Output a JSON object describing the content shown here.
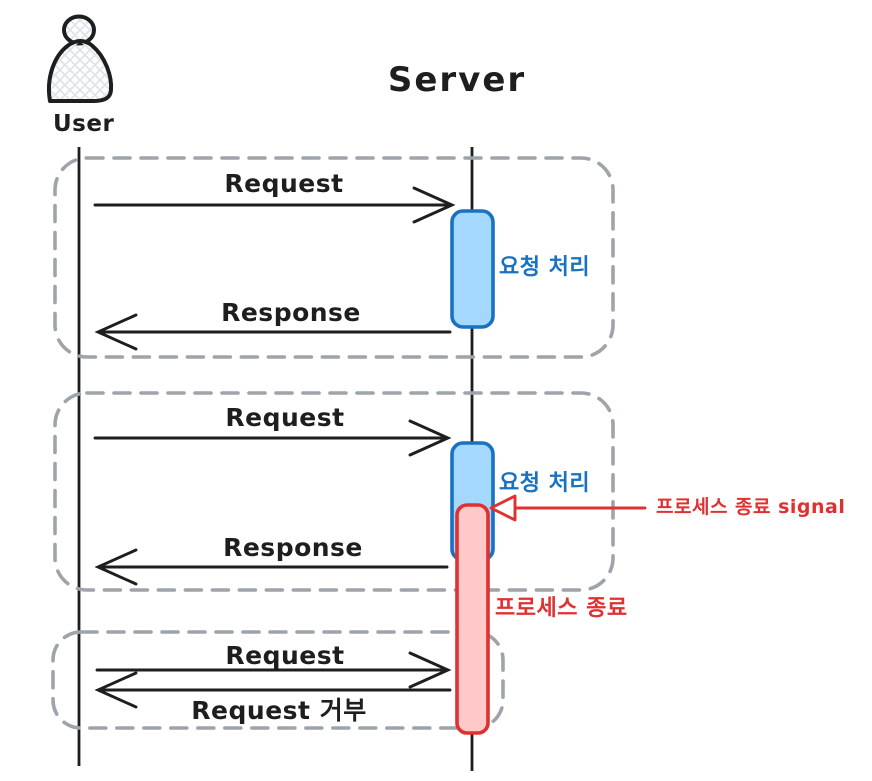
{
  "palette": {
    "ink": "#1e1e1e",
    "dashed_gray": "#9ea4a9",
    "blue_stroke": "#1971c2",
    "blue_fill": "#a5d8ff",
    "red_stroke": "#e03131",
    "red_fill": "#ffc9c9",
    "hatch": "#dde4ea",
    "background": "#ffffff"
  },
  "actors": {
    "user": "User",
    "server": "Server"
  },
  "interactions": [
    {
      "request": "Request",
      "processing": "요청 처리",
      "response": "Response"
    },
    {
      "request": "Request",
      "processing": "요청 처리",
      "signal": "프로세스 종료 signal",
      "response": "Response",
      "termination": "프로세스 종료"
    },
    {
      "request": "Request",
      "reject": "Request 거부"
    }
  ]
}
